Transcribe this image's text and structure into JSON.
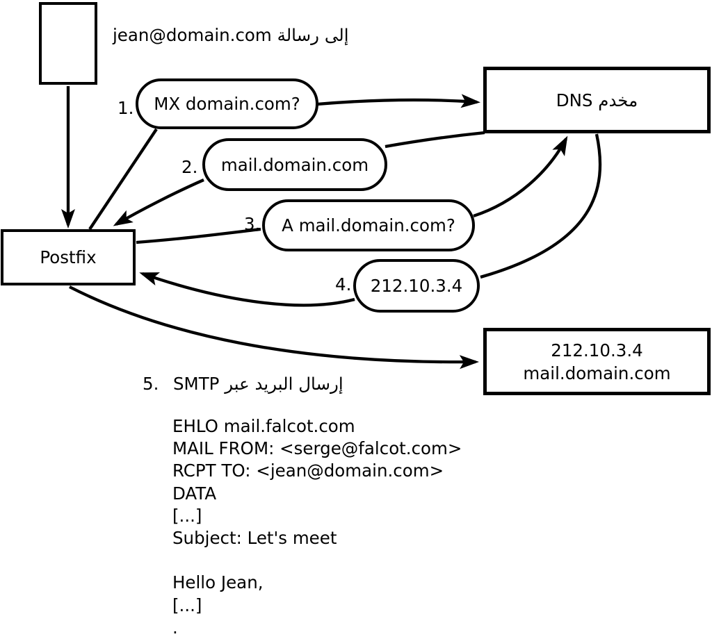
{
  "message_label": "jean@domain.com ⁧رسالة⁩ ⁧إلى⁩",
  "nodes": {
    "postfix": {
      "label": "Postfix"
    },
    "dns": {
      "label": "DNS ⁧مخدم⁩"
    },
    "mail_server": {
      "line1": "212.10.3.4",
      "line2": "mail.domain.com"
    }
  },
  "steps": [
    {
      "number": "1.",
      "label": "MX domain.com?"
    },
    {
      "number": "2.",
      "label": "mail.domain.com"
    },
    {
      "number": "3.",
      "label": "A mail.domain.com?"
    },
    {
      "number": "4.",
      "label": "212.10.3.4"
    },
    {
      "number": "5.",
      "label": "SMTP ⁧عبر⁩ ⁧البريد⁩ ⁧إرسال⁩"
    }
  ],
  "smtp_session": {
    "lines": [
      "EHLO mail.falcot.com",
      "MAIL FROM: <serge@falcot.com>",
      "RCPT TO: <jean@domain.com>",
      "DATA",
      "[...]",
      "Subject: Let's meet",
      "",
      "Hello Jean,",
      "[...]",
      "."
    ]
  },
  "colors": {
    "ink": "#000000",
    "background": "#ffffff"
  }
}
